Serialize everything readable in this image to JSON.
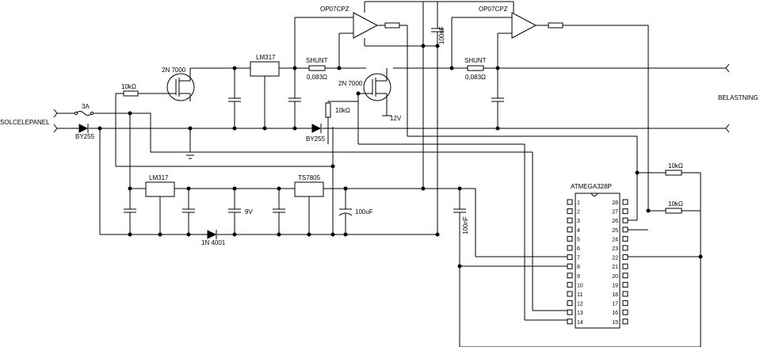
{
  "labels": {
    "solar_panel": "SOLCELEPANEL",
    "load": "BELASTNING",
    "fuse": "3A",
    "diode_in": "BY255",
    "diode_mid": "BY255",
    "diode_low": "1N 4001",
    "mosfet_1": "2N 7000",
    "mosfet_2": "2N 7000",
    "reg_top": "LM317",
    "reg_low": "LM317",
    "reg_5v": "TS7805",
    "opamp_1": "OP07CPZ",
    "opamp_2": "OP07CPZ",
    "shunt_1": "SHUNT",
    "shunt_1_value": "0,083Ω",
    "shunt_2": "SHUNT",
    "shunt_2_value": "0,083Ω",
    "res_gate": "10kΩ",
    "res_pull": "10kΩ",
    "res_mcu_1": "10kΩ",
    "res_mcu_2": "10kΩ",
    "cap_100uf": "100uF",
    "cap_100nf_top": "100nF",
    "cap_100nf_low": "100nF",
    "v9": "9V",
    "v12": "12V",
    "mcu": "ATMEGA328P"
  },
  "mcu_pins": {
    "left": [
      "1",
      "2",
      "3",
      "4",
      "5",
      "6",
      "7",
      "8",
      "9",
      "10",
      "11",
      "12",
      "13",
      "14"
    ],
    "right": [
      "28",
      "27",
      "26",
      "25",
      "24",
      "23",
      "22",
      "21",
      "20",
      "19",
      "18",
      "17",
      "16",
      "15"
    ]
  }
}
